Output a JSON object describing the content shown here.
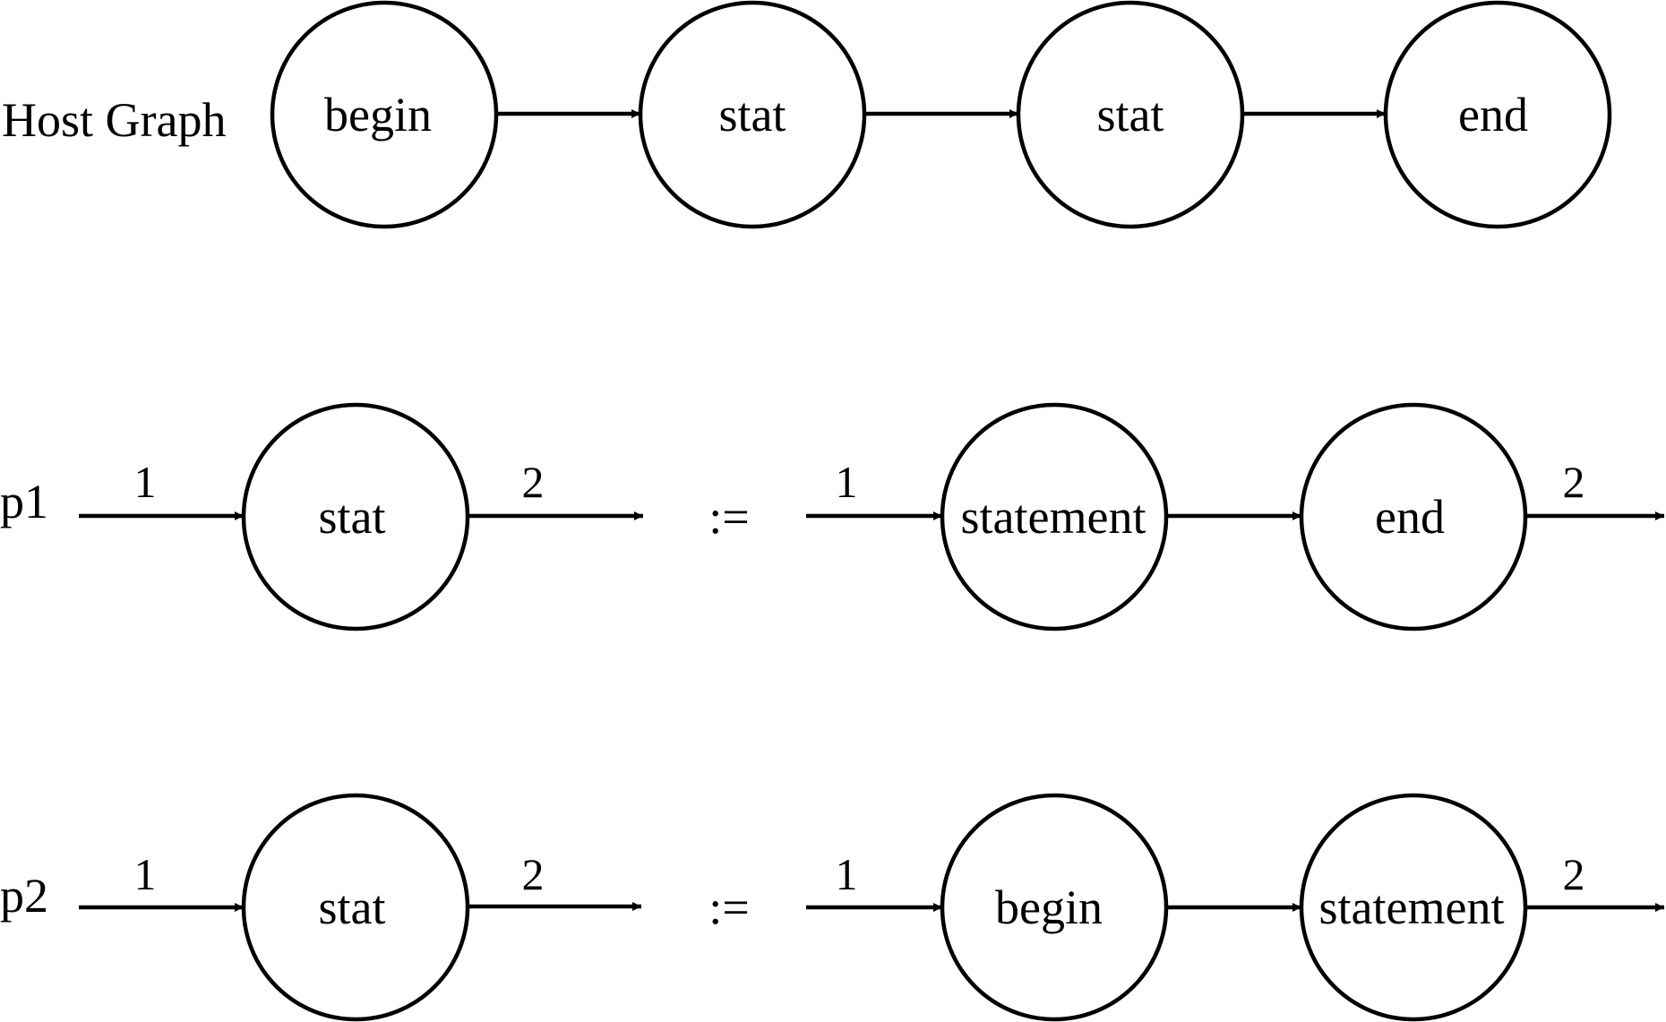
{
  "host_graph": {
    "label": "Host Graph",
    "nodes": [
      "begin",
      "stat",
      "stat",
      "end"
    ]
  },
  "productions": [
    {
      "label": "p1",
      "lhs": {
        "node": "stat",
        "in_label": "1",
        "out_label": "2"
      },
      "operator": ":=",
      "rhs": {
        "nodes": [
          "statement",
          "end"
        ],
        "in_label": "1",
        "out_label": "2"
      }
    },
    {
      "label": "p2",
      "lhs": {
        "node": "stat",
        "in_label": "1",
        "out_label": "2"
      },
      "operator": ":=",
      "rhs": {
        "nodes": [
          "begin",
          "statement"
        ],
        "in_label": "1",
        "out_label": "2"
      }
    }
  ]
}
